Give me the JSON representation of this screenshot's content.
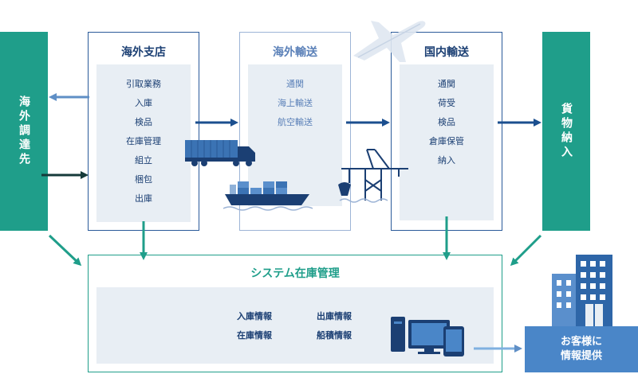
{
  "left_bar": {
    "label": "海外調達先"
  },
  "right_bar": {
    "label": "貨物納入"
  },
  "overseas_branch": {
    "title": "海外支店",
    "items": [
      "引取業務",
      "入庫",
      "検品",
      "在庫管理",
      "組立",
      "梱包",
      "出庫"
    ]
  },
  "overseas_transport": {
    "title": "海外輸送",
    "items": [
      "通関",
      "海上輸送",
      "航空輸送"
    ]
  },
  "domestic_transport": {
    "title": "国内輸送",
    "items": [
      "通関",
      "荷受",
      "検品",
      "倉庫保管",
      "納入"
    ]
  },
  "system": {
    "title": "システム在庫管理",
    "items": [
      "入庫情報",
      "出庫情報",
      "在庫情報",
      "船積情報"
    ]
  },
  "customer": {
    "line1": "お客様に",
    "line2": "情報提供"
  },
  "colors": {
    "teal": "#1f9e8a",
    "navy": "#1b3f73",
    "blue": "#4a86c8",
    "panel_bg": "#e8eef4"
  }
}
